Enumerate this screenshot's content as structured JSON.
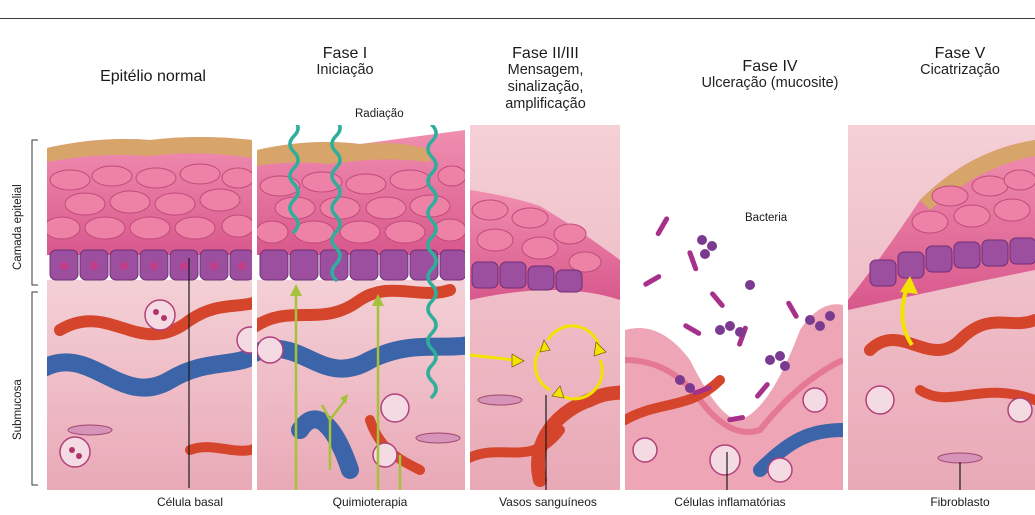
{
  "phases": [
    {
      "title": "Epitélio normal",
      "subtitle": ""
    },
    {
      "title": "Fase I",
      "subtitle": "Iniciação"
    },
    {
      "title": "Fase II/III",
      "subtitle_lines": [
        "Mensagem,",
        "sinalização,",
        "amplificação"
      ]
    },
    {
      "title": "Fase IV",
      "subtitle": "Ulceração (mucosite)"
    },
    {
      "title": "Fase V",
      "subtitle": "Cicatrização"
    }
  ],
  "annotations": {
    "radiation": "Radiação",
    "bacteria": "Bacteria"
  },
  "side_labels": {
    "epithelial": "Camada epitelial",
    "submucosa": "Submucosa"
  },
  "captions": {
    "basal_cell": "Célula basal",
    "chemotherapy": "Quimioterapia",
    "blood_vessels": "Vasos sanguíneos",
    "inflammatory_cells": "Células inflamatórias",
    "fibroblast": "Fibroblasto"
  },
  "colors": {
    "epithelium": "#e9749a",
    "cell_nucleus": "#b1336a",
    "basal_layer": "#9d4f9f",
    "submucosa": "#f2c6cf",
    "surface": "#d7a46a",
    "artery": "#d5452c",
    "vein": "#3c64a8",
    "radiation": "#2fae9c",
    "chemo": "#a4c23a",
    "signal": "#f4e300",
    "bacteria": "#a7308a"
  }
}
